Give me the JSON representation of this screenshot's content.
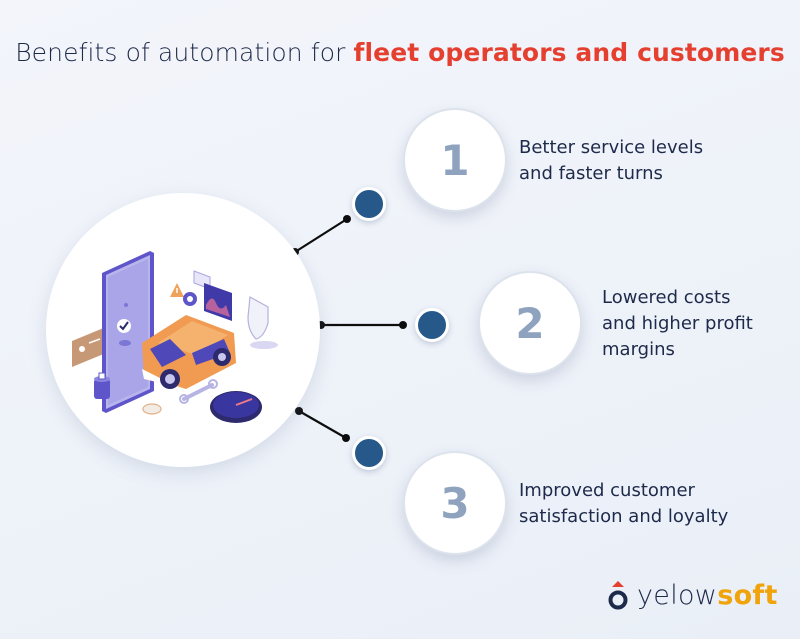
{
  "title": {
    "prefix": "Benefits of automation for ",
    "highlight": "fleet operators and customers"
  },
  "colors": {
    "title_text": "#1e2a4a",
    "accent_red": "#e5402f",
    "node_blue": "#265889",
    "number_gray": "#8fa3bf",
    "logo_orange": "#f0a30a"
  },
  "hub": {
    "illustration": "fleet-automation-illustration",
    "elements": [
      "smartphone-icon",
      "car-icon",
      "warning-icon",
      "gear-icon",
      "chart-panel-icon",
      "shield-icon",
      "wrench-icon",
      "speedometer-icon",
      "battery-icon",
      "card-icon"
    ]
  },
  "benefits": [
    {
      "number": "1",
      "line1": "Better service levels",
      "line2": "and faster turns",
      "line3": ""
    },
    {
      "number": "2",
      "line1": "Lowered costs",
      "line2": "and higher profit",
      "line3": "margins"
    },
    {
      "number": "3",
      "line1": "Improved customer",
      "line2": "satisfaction and loyalty",
      "line3": ""
    }
  ],
  "logo": {
    "part1": "yelow",
    "part2": "soft"
  }
}
